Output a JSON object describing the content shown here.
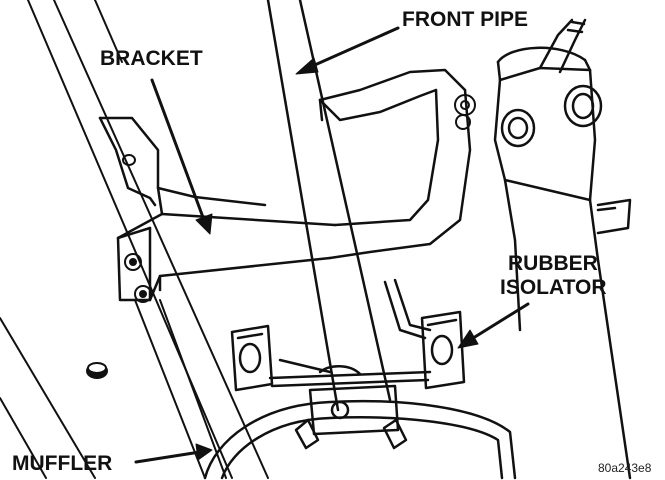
{
  "labels": {
    "front_pipe": "FRONT PIPE",
    "bracket": "BRACKET",
    "rubber_isolator_line1": "RUBBER",
    "rubber_isolator_line2": "ISOLATOR",
    "muffler": "MUFFLER",
    "figure_id": "80a243e8"
  },
  "colors": {
    "line": "#111111",
    "background": "#ffffff"
  }
}
